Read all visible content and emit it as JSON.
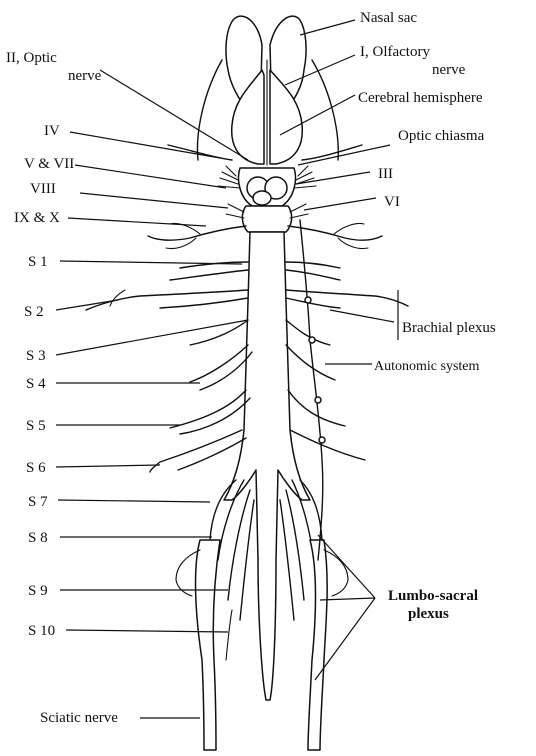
{
  "labels": {
    "nasal_sac": "Nasal sac",
    "optic_nerve": "II, Optic",
    "optic_nerve_2": "nerve",
    "olfactory_nerve": "I, Olfactory",
    "olfactory_nerve_2": "nerve",
    "cerebral_hemisphere": "Cerebral hemisphere",
    "optic_chiasma": "Optic chiasma",
    "cn_iv": "IV",
    "cn_v_vii": "V & VII",
    "cn_viii": "VIII",
    "cn_iii": "III",
    "cn_vi": "VI",
    "cn_ix_x": "IX & X",
    "s1": "S 1",
    "s2": "S 2",
    "s3": "S 3",
    "s4": "S 4",
    "s5": "S 5",
    "s6": "S 6",
    "s7": "S 7",
    "s8": "S 8",
    "s9": "S 9",
    "s10": "S 10",
    "brachial_plexus": "Brachial plexus",
    "autonomic_system": "Autonomic system",
    "lumbo_sacral_1": "Lumbo-sacral",
    "lumbo_sacral_2": "plexus",
    "sciatic_nerve": "Sciatic nerve"
  }
}
